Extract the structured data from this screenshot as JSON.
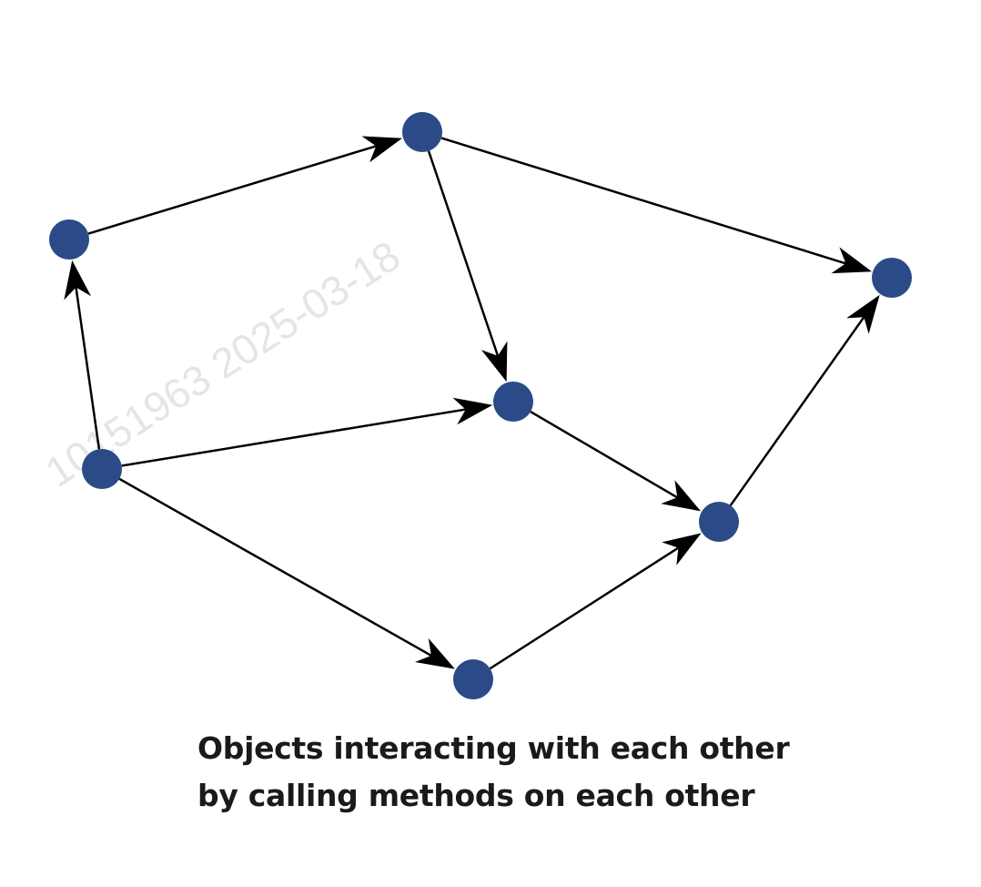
{
  "diagram": {
    "node_color": "#2a4b87",
    "edge_color": "#000000",
    "nodes": [
      "a",
      "b",
      "c",
      "d",
      "e",
      "f",
      "g"
    ],
    "edges": [
      {
        "from": "a",
        "to": "b"
      },
      {
        "from": "b",
        "to": "c"
      },
      {
        "from": "b",
        "to": "e"
      },
      {
        "from": "d",
        "to": "a"
      },
      {
        "from": "d",
        "to": "e"
      },
      {
        "from": "d",
        "to": "g"
      },
      {
        "from": "e",
        "to": "f"
      },
      {
        "from": "g",
        "to": "f"
      },
      {
        "from": "f",
        "to": "c"
      }
    ]
  },
  "caption": {
    "line1": "Objects interacting with each other",
    "line2": "by calling methods on each other"
  },
  "watermark": "10151963  2025-03-18"
}
